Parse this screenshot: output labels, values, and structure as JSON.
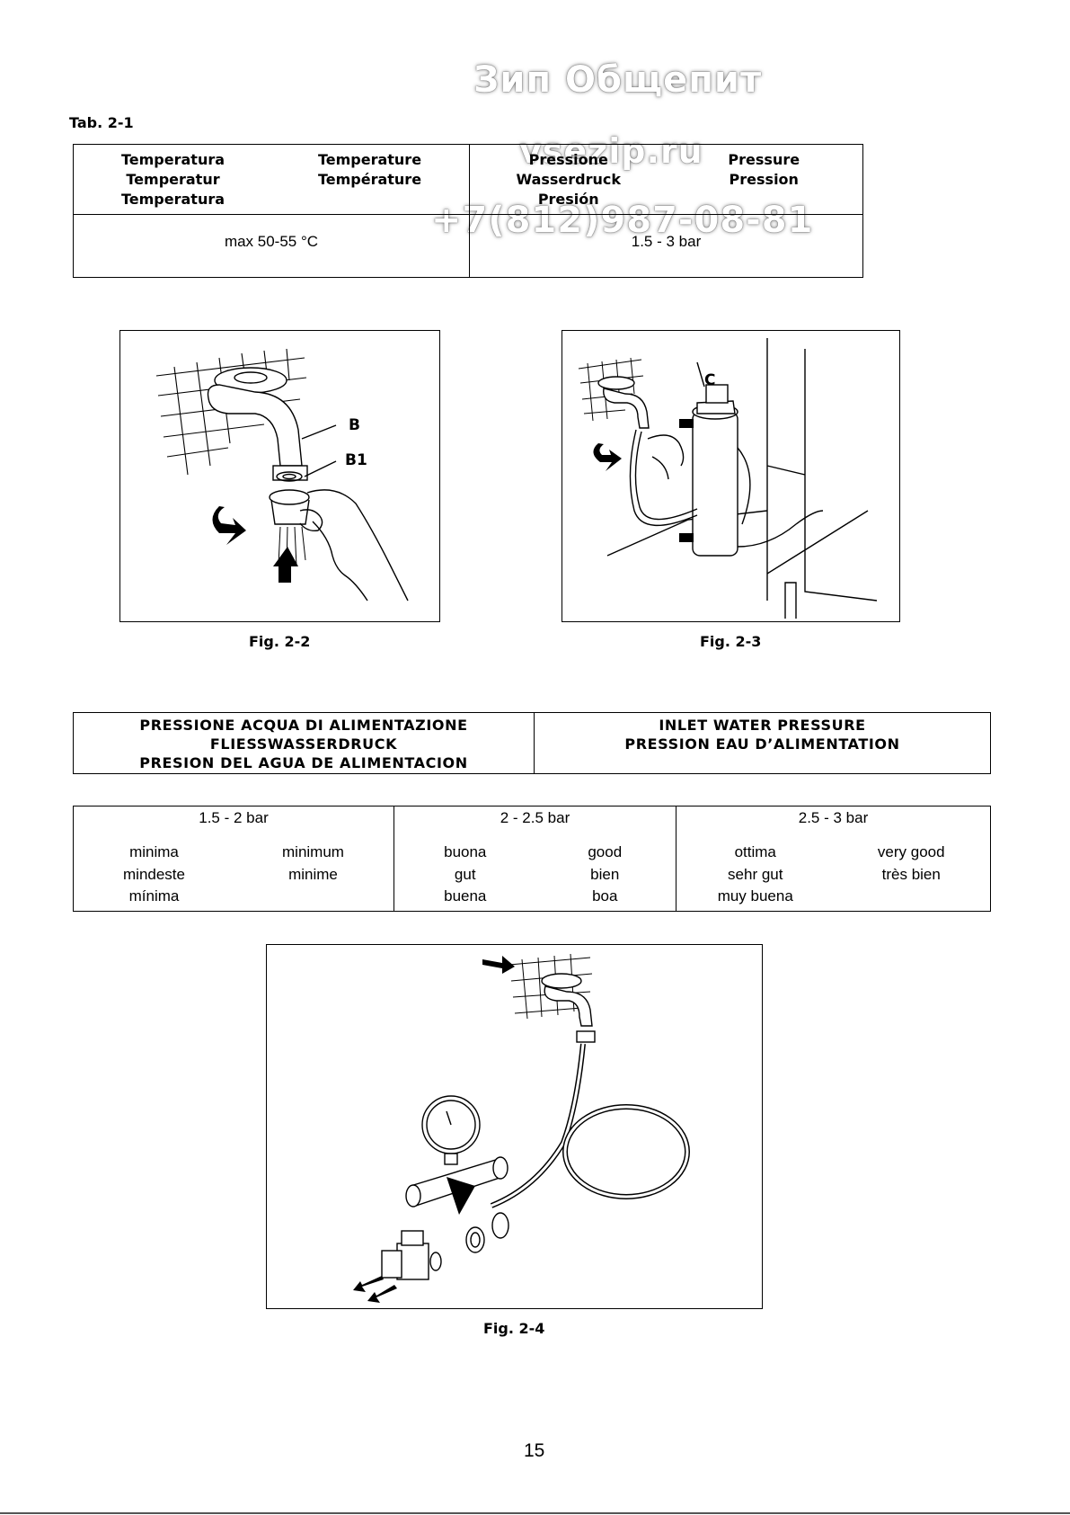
{
  "watermarks": [
    "Зип Общепит",
    "vsezip.ru",
    "+7(812)987-08-81"
  ],
  "table1": {
    "label": "Tab.  2-1",
    "temperature_header": [
      "Temperatura",
      "Temperature",
      "Temperatur",
      "Température",
      "Temperatura"
    ],
    "pressure_header": [
      "Pressione",
      "Pressure",
      "Wasserdruck",
      "Pression",
      "Presión"
    ],
    "temperature_value": "max 50-55 °C",
    "pressure_value": "1.5 - 3 bar"
  },
  "figures": {
    "fig22": {
      "caption": "Fig.  2-2",
      "callouts": [
        "B",
        "B1"
      ]
    },
    "fig23": {
      "caption": "Fig.  2-3",
      "callouts": [
        "C"
      ]
    },
    "fig24": {
      "caption": "Fig.  2-4"
    }
  },
  "table2": {
    "left_lines": [
      "PRESSIONE ACQUA DI ALIMENTAZIONE",
      "FLIESSWASSERDRUCK",
      "PRESION DEL AGUA DE ALIMENTACION"
    ],
    "right_lines": [
      "INLET WATER PRESSURE",
      "PRESSION EAU D’ALIMENTATION"
    ]
  },
  "table3": {
    "columns": [
      {
        "range": "1.5 - 2 bar",
        "left": [
          "minima",
          "mindeste",
          "mínima"
        ],
        "right": [
          "minimum",
          "minime",
          ""
        ]
      },
      {
        "range": "2 - 2.5 bar",
        "left": [
          "buona",
          "gut",
          "buena"
        ],
        "right": [
          "good",
          "bien",
          "boa"
        ]
      },
      {
        "range": "2.5 - 3 bar",
        "left": [
          "ottima",
          "sehr gut",
          "muy buena"
        ],
        "right": [
          "very good",
          "très bien",
          ""
        ]
      }
    ]
  },
  "page_number": "15"
}
